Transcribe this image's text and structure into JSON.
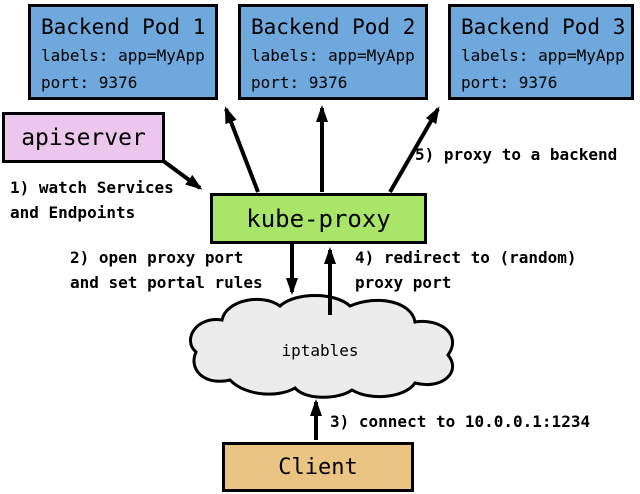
{
  "diagram": {
    "title_semantic": "Kubernetes userspace proxy mode diagram",
    "pods": [
      {
        "title": "Backend Pod 1",
        "labels": "labels: app=MyApp",
        "port": "port: 9376"
      },
      {
        "title": "Backend Pod 2",
        "labels": "labels: app=MyApp",
        "port": "port: 9376"
      },
      {
        "title": "Backend Pod 3",
        "labels": "labels: app=MyApp",
        "port": "port: 9376"
      }
    ],
    "apiserver": {
      "label": "apiserver"
    },
    "kube_proxy": {
      "label": "kube-proxy"
    },
    "iptables": {
      "label": "iptables"
    },
    "client": {
      "label": "Client"
    },
    "annotations": {
      "step1": {
        "line1": "1) watch Services",
        "line2": "and Endpoints"
      },
      "step2": {
        "line1": "2) open proxy port",
        "line2": "and set portal rules"
      },
      "step3": {
        "line1": "3) connect to 10.0.0.1:1234"
      },
      "step4": {
        "line1": "4) redirect to (random)",
        "line2": "proxy port"
      },
      "step5": {
        "line1": "5) proxy to a backend"
      }
    },
    "colors": {
      "pod_fill": "#6fa8dc",
      "apiserver_fill": "#ecc6ec",
      "kube_proxy_fill": "#a9e566",
      "client_fill": "#eac482",
      "cloud_fill": "#ececec",
      "outline": "#000000",
      "background": "#ffffff"
    }
  }
}
